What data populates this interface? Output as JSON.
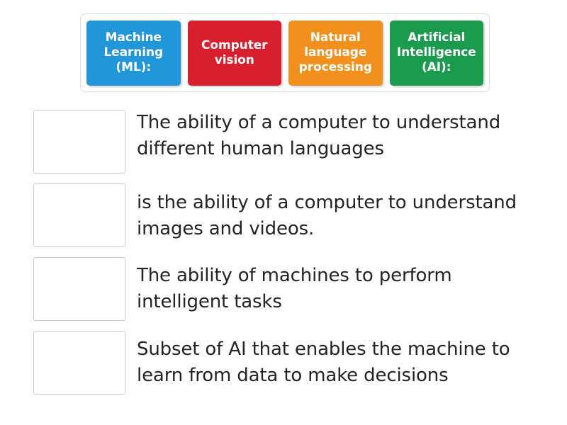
{
  "activity": {
    "type": "match-up",
    "background_color": "#ffffff"
  },
  "tile_tray": {
    "border_color": "#dcdcdc",
    "tiles": [
      {
        "label": "Machine Learning (ML):",
        "color": "#2196d9",
        "name": "tile-machine-learning"
      },
      {
        "label": "Computer vision",
        "color": "#d81f2e",
        "name": "tile-computer-vision"
      },
      {
        "label": "Natural language processing",
        "color": "#f2901e",
        "name": "tile-natural-language-processing"
      },
      {
        "label": "Artificial Intelligence (AI):",
        "color": "#1b9b4d",
        "name": "tile-artificial-intelligence"
      }
    ]
  },
  "rows": [
    {
      "index": 1,
      "text": "The ability of a computer to understand different human languages",
      "drop_zone_label": "",
      "drop_zone_filled": false
    },
    {
      "index": 2,
      "text": "is the ability of a computer to understand images and videos.",
      "drop_zone_label": "",
      "drop_zone_filled": false
    },
    {
      "index": 3,
      "text": "The ability of machines to perform intelligent tasks",
      "drop_zone_label": "",
      "drop_zone_filled": false
    },
    {
      "index": 4,
      "text": "Subset of AI that enables the machine to learn from data to make decisions",
      "drop_zone_label": "",
      "drop_zone_filled": false
    }
  ],
  "text_colors": {
    "row_text": "#232323",
    "tile_text": "#ffffff",
    "drop_zone_border": "#c8c8c8"
  }
}
